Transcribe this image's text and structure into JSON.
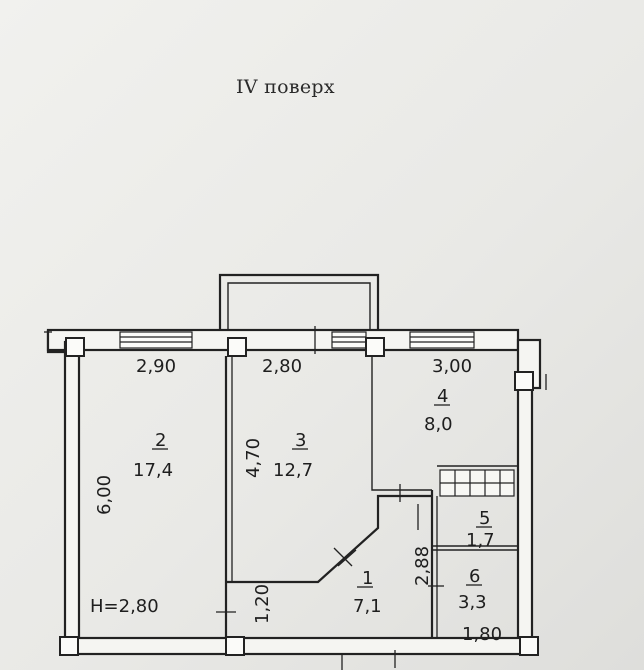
{
  "floor_title": "IV поверх",
  "ceiling_height": "H=2,80",
  "rooms": [
    {
      "number": "1",
      "area": "7,1"
    },
    {
      "number": "2",
      "area": "17,4"
    },
    {
      "number": "3",
      "area": "12,7"
    },
    {
      "number": "4",
      "area": "8,0"
    },
    {
      "number": "5",
      "area": "1,7"
    },
    {
      "number": "6",
      "area": "3,3"
    }
  ],
  "dimensions": {
    "room2_width": "2,90",
    "room2_length": "6,00",
    "room3_width": "2,80",
    "room3_length": "4,70",
    "room4_width": "3,00",
    "corridor_width": "1,20",
    "bath_length": "2,88",
    "bath_width": "1,80"
  }
}
